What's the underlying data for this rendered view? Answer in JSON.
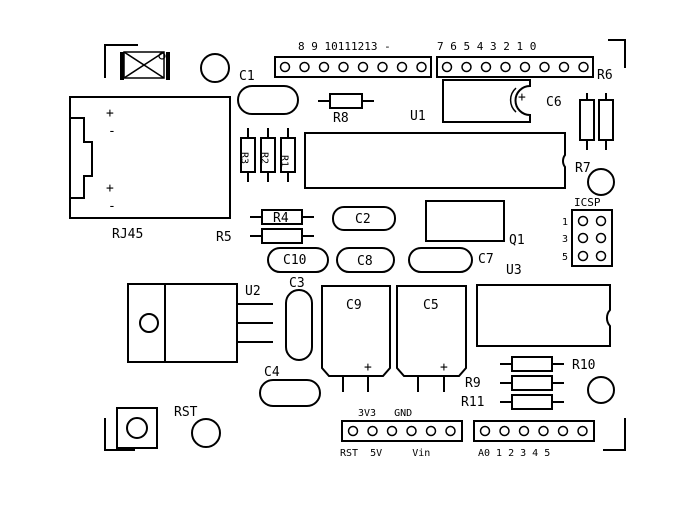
{
  "board": {
    "top_header_left_labels": "8 9 10111213 -",
    "top_header_right_labels": "7 6 5 4 3 2 1 0",
    "icsp_title": "ICSP",
    "icsp_pins": [
      "1",
      "3",
      "5"
    ],
    "power_header_top": "3V3   GND",
    "power_header_bottom": "RST  5V     Vin",
    "analog_header_labels": "A0 1 2 3 4 5"
  },
  "components": {
    "C1": "C1",
    "C2": "C2",
    "C3": "C3",
    "C4": "C4",
    "C5": "C5",
    "C6": "C6",
    "C7": "C7",
    "C8": "C8",
    "C9": "C9",
    "C10": "C10",
    "R1": "R1",
    "R2": "R2",
    "R3": "R3",
    "R4": "R4",
    "R5": "R5",
    "R6": "R6",
    "R7": "R7",
    "R8": "R8",
    "R9": "R9",
    "R10": "R10",
    "R11": "R11",
    "U1": "U1",
    "U2": "U2",
    "U3": "U3",
    "Q1": "Q1",
    "RJ45": "RJ45",
    "RST": "RST",
    "plus": "+",
    "minus": "-"
  }
}
